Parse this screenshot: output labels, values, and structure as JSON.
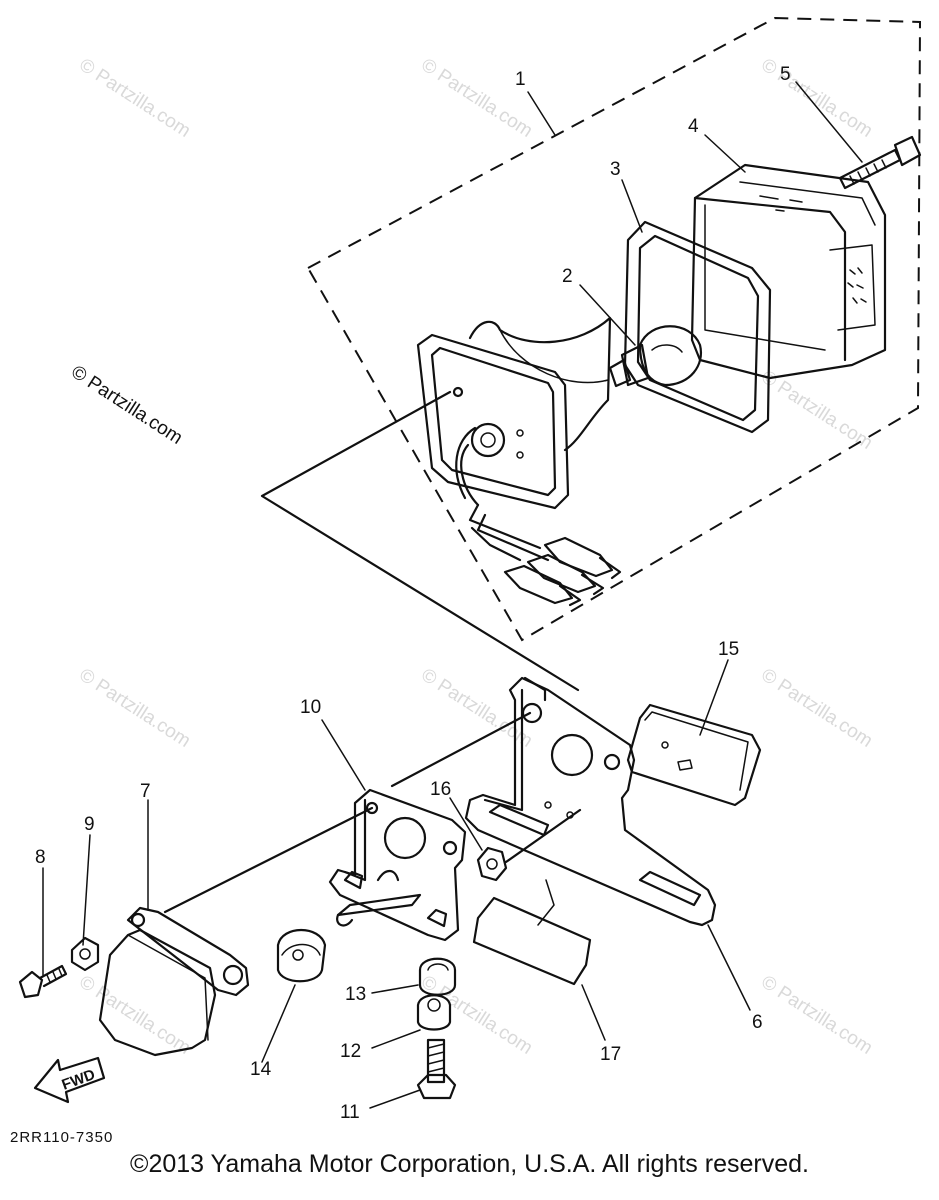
{
  "callouts": [
    {
      "num": "1"
    },
    {
      "num": "2"
    },
    {
      "num": "3"
    },
    {
      "num": "4"
    },
    {
      "num": "5"
    },
    {
      "num": "6"
    },
    {
      "num": "7"
    },
    {
      "num": "8"
    },
    {
      "num": "9"
    },
    {
      "num": "10"
    },
    {
      "num": "11"
    },
    {
      "num": "12"
    },
    {
      "num": "13"
    },
    {
      "num": "14"
    },
    {
      "num": "15"
    },
    {
      "num": "16"
    },
    {
      "num": "17"
    }
  ],
  "watermark": "© Partzilla.com",
  "fwd_label": "FWD",
  "diagram_code": "2RR110-7350",
  "copyright": "©2013 Yamaha Motor Corporation, U.S.A. All rights reserved."
}
